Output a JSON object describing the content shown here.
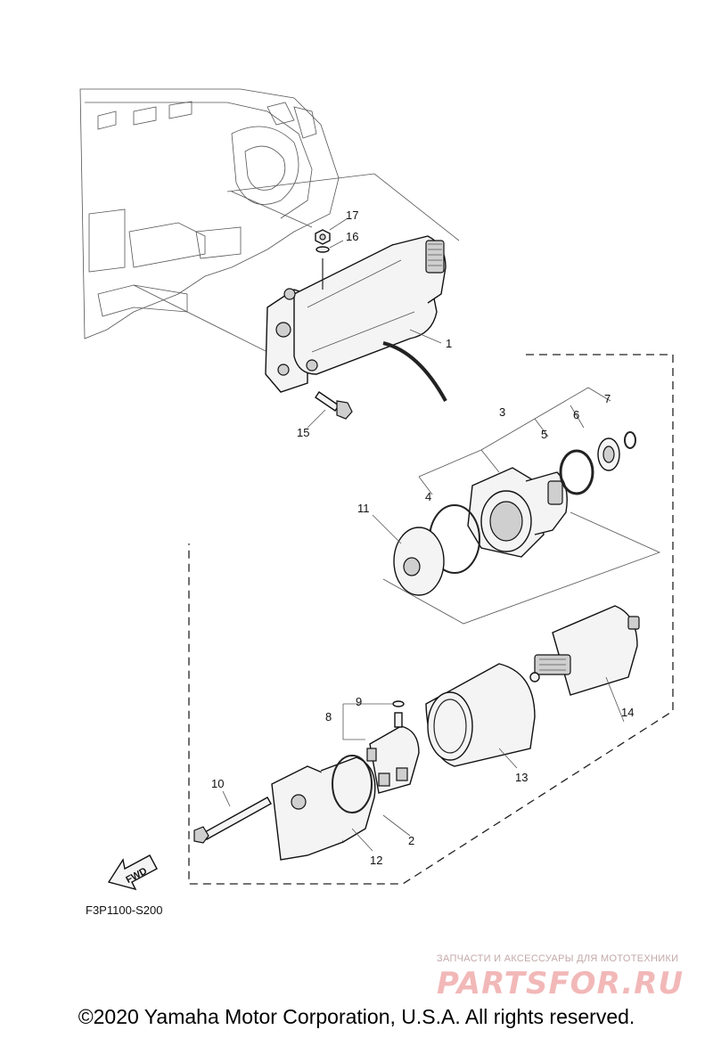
{
  "diagram": {
    "code": "F3P1100-S200",
    "fwd_label": "FWD",
    "callouts": [
      "1",
      "2",
      "3",
      "4",
      "5",
      "6",
      "7",
      "8",
      "9",
      "10",
      "11",
      "12",
      "13",
      "14",
      "15",
      "16",
      "17"
    ]
  },
  "watermark": {
    "subtitle": "ЗАПЧАСТИ И АКСЕССУАРЫ ДЛЯ МОТОТЕХНИКИ",
    "logo": "PARTSFOR.RU"
  },
  "footer": {
    "copyright": "©2020 Yamaha Motor Corporation, U.S.A. All rights reserved."
  }
}
